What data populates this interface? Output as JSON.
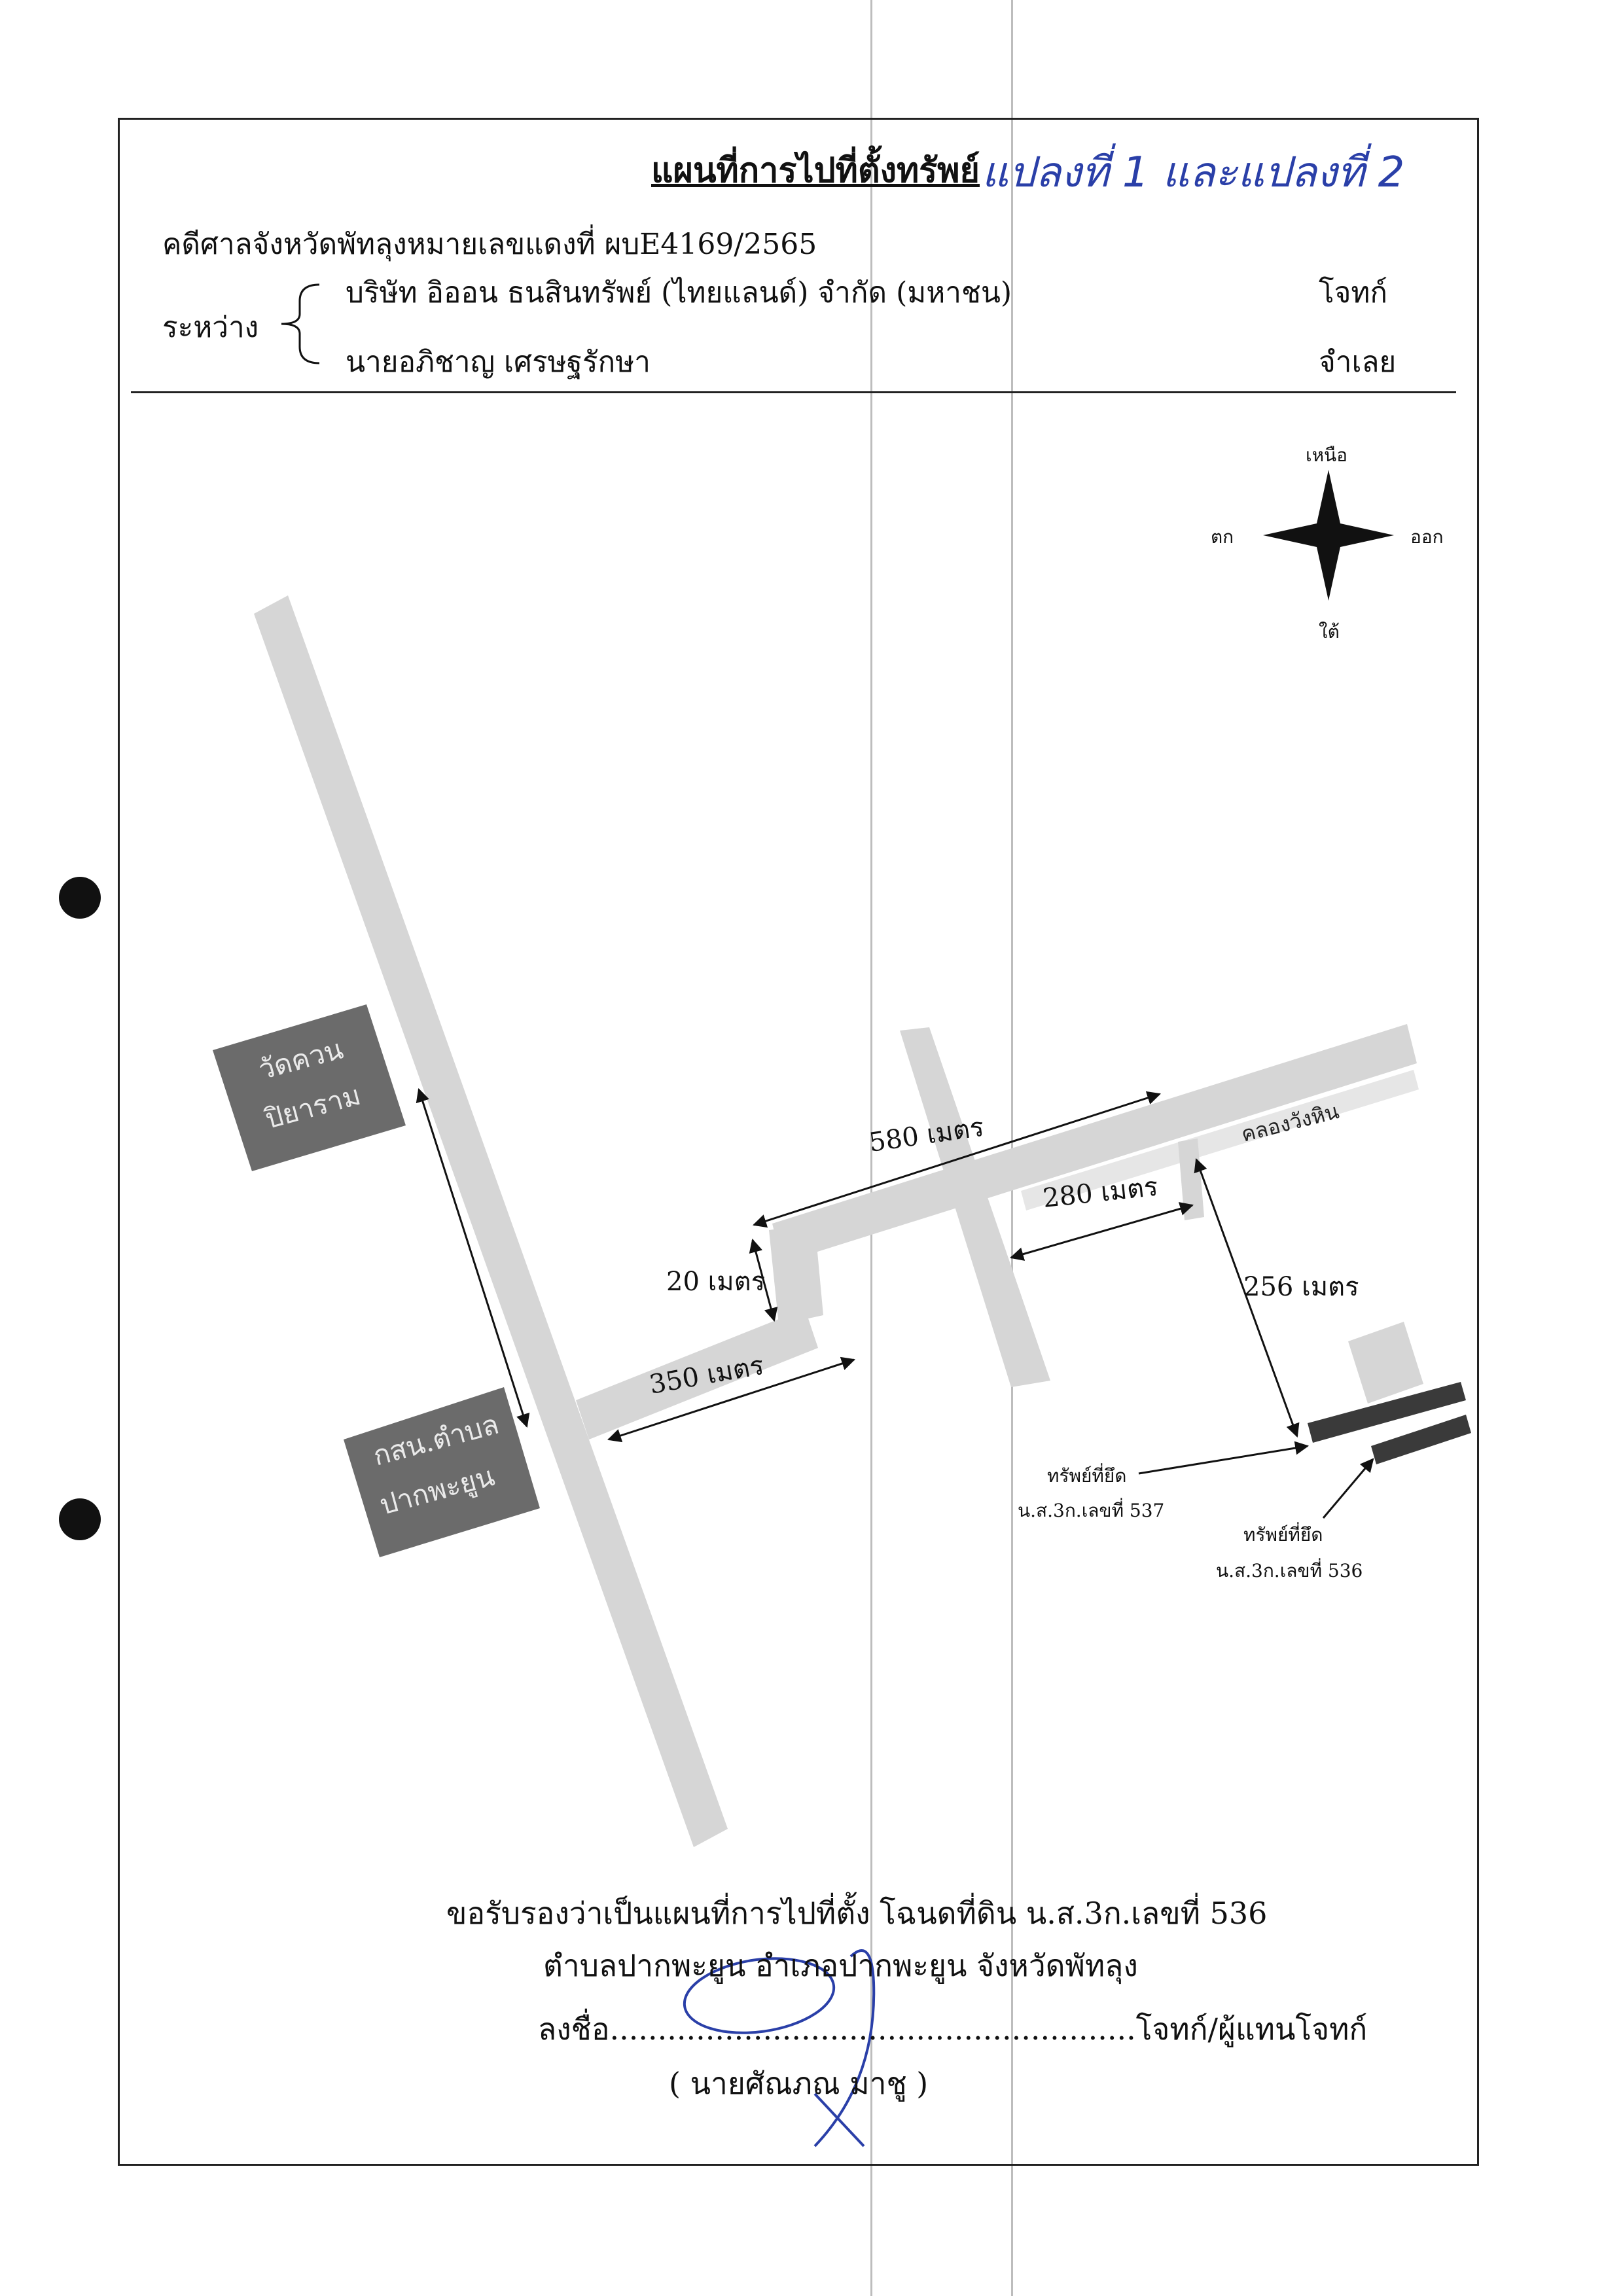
{
  "title": "แผนที่การไปที่ตั้งทรัพย์",
  "handwritten_title_note": "แปลงที่ 1 และแปลงที่ 2",
  "case_line": "คดีศาลจังหวัดพัทลุงหมายเลขแดงที่   ผบE4169/2565",
  "between_label": "ระหว่าง",
  "parties": [
    {
      "name": "บริษัท อิออน ธนสินทรัพย์ (ไทยแลนด์) จำกัด (มหาชน)",
      "role": "โจทก์"
    },
    {
      "name": "นายอภิชาญ เศรษฐรักษา",
      "role": "จำเลย"
    }
  ],
  "compass": {
    "north": "เหนือ",
    "south": "ใต้",
    "east": "ออก",
    "west": "ตก"
  },
  "landmarks": {
    "temple": [
      "วัดควน",
      "ปิยาราม"
    ],
    "health_center": [
      "กสน.ตำบล",
      "ปากพะยูน"
    ],
    "canal": "คลองวังหิน"
  },
  "distances": {
    "d580": "580 เมตร",
    "d280": "280 เมตร",
    "d20": "20 เมตร",
    "d350": "350 เมตร",
    "d256": "256 เมตร"
  },
  "properties": [
    {
      "label": "ทรัพย์ที่ยึด",
      "deed": "น.ส.3ก.เลขที่ 537"
    },
    {
      "label": "ทรัพย์ที่ยึด",
      "deed": "น.ส.3ก.เลขที่ 536"
    }
  ],
  "certification": {
    "line1": "ขอรับรองว่าเป็นแผนที่การไปที่ตั้ง โฉนดที่ดิน น.ส.3ก.เลขที่ 536",
    "line2": "ตำบลปากพะยูน อำเภอปากพะยูน จังหวัดพัทลุง",
    "signature_line": "ลงชื่อ.......................................................โจทก์/ผู้แทนโจทก์",
    "signer": "( นายศัณภณ  มาชู )"
  },
  "colors": {
    "road": "#d6d6d6",
    "landmark_box": "#6b6b6b",
    "property": "#3a3a3a",
    "ink": "#2a3fa8"
  }
}
